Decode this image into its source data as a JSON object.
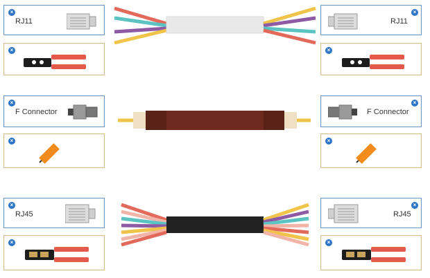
{
  "left_cards": [
    {
      "label": "RJ11"
    },
    {
      "label": ""
    },
    {
      "label": "F Connector"
    },
    {
      "label": ""
    },
    {
      "label": "RJ45"
    },
    {
      "label": ""
    }
  ],
  "right_cards": [
    {
      "label": "RJ11"
    },
    {
      "label": ""
    },
    {
      "label": "F Connector"
    },
    {
      "label": ""
    },
    {
      "label": "RJ45"
    },
    {
      "label": ""
    }
  ],
  "icons": {
    "remove": "×",
    "rj11": "rj11-connector-icon",
    "f_connector": "f-connector-icon",
    "rj45": "rj45-connector-icon",
    "crimper": "crimping-tool-icon",
    "punch": "punch-down-tool-icon"
  },
  "colors": {
    "blue_outline": "#6d98c6",
    "gold_outline": "#d8c08d",
    "remove_blue": "#2c74c8"
  }
}
